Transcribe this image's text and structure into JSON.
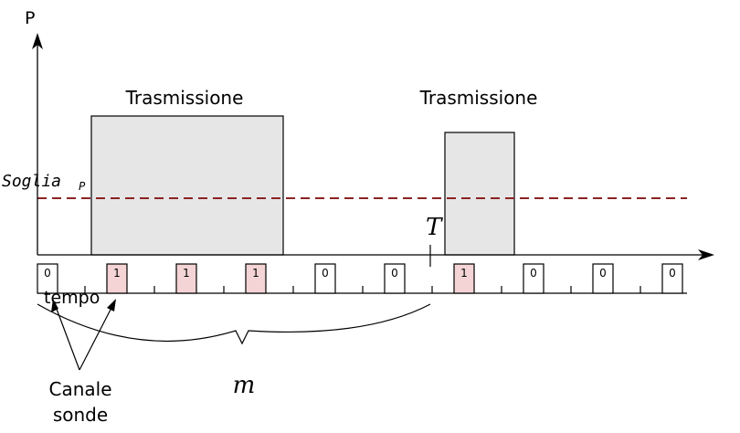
{
  "axis": {
    "y_label": "P",
    "x_label": "tempo"
  },
  "threshold": {
    "label": "Soglia",
    "subscript": "P",
    "color": "#8b2323"
  },
  "transmissions": [
    {
      "label": "Trasmissione"
    },
    {
      "label": "Trasmissione"
    }
  ],
  "markers": {
    "T": "T",
    "m": "m"
  },
  "probe_channel": {
    "line1": "Canale",
    "line2": "sonde"
  },
  "slots": [
    "0",
    "1",
    "1",
    "1",
    "0",
    "0",
    "1",
    "0",
    "0",
    "0"
  ],
  "colors": {
    "transmission_fill": "#e6e6e6",
    "slot_active_fill": "#f4d4d4",
    "slot_idle_fill": "#ffffff",
    "stroke": "#000000"
  }
}
